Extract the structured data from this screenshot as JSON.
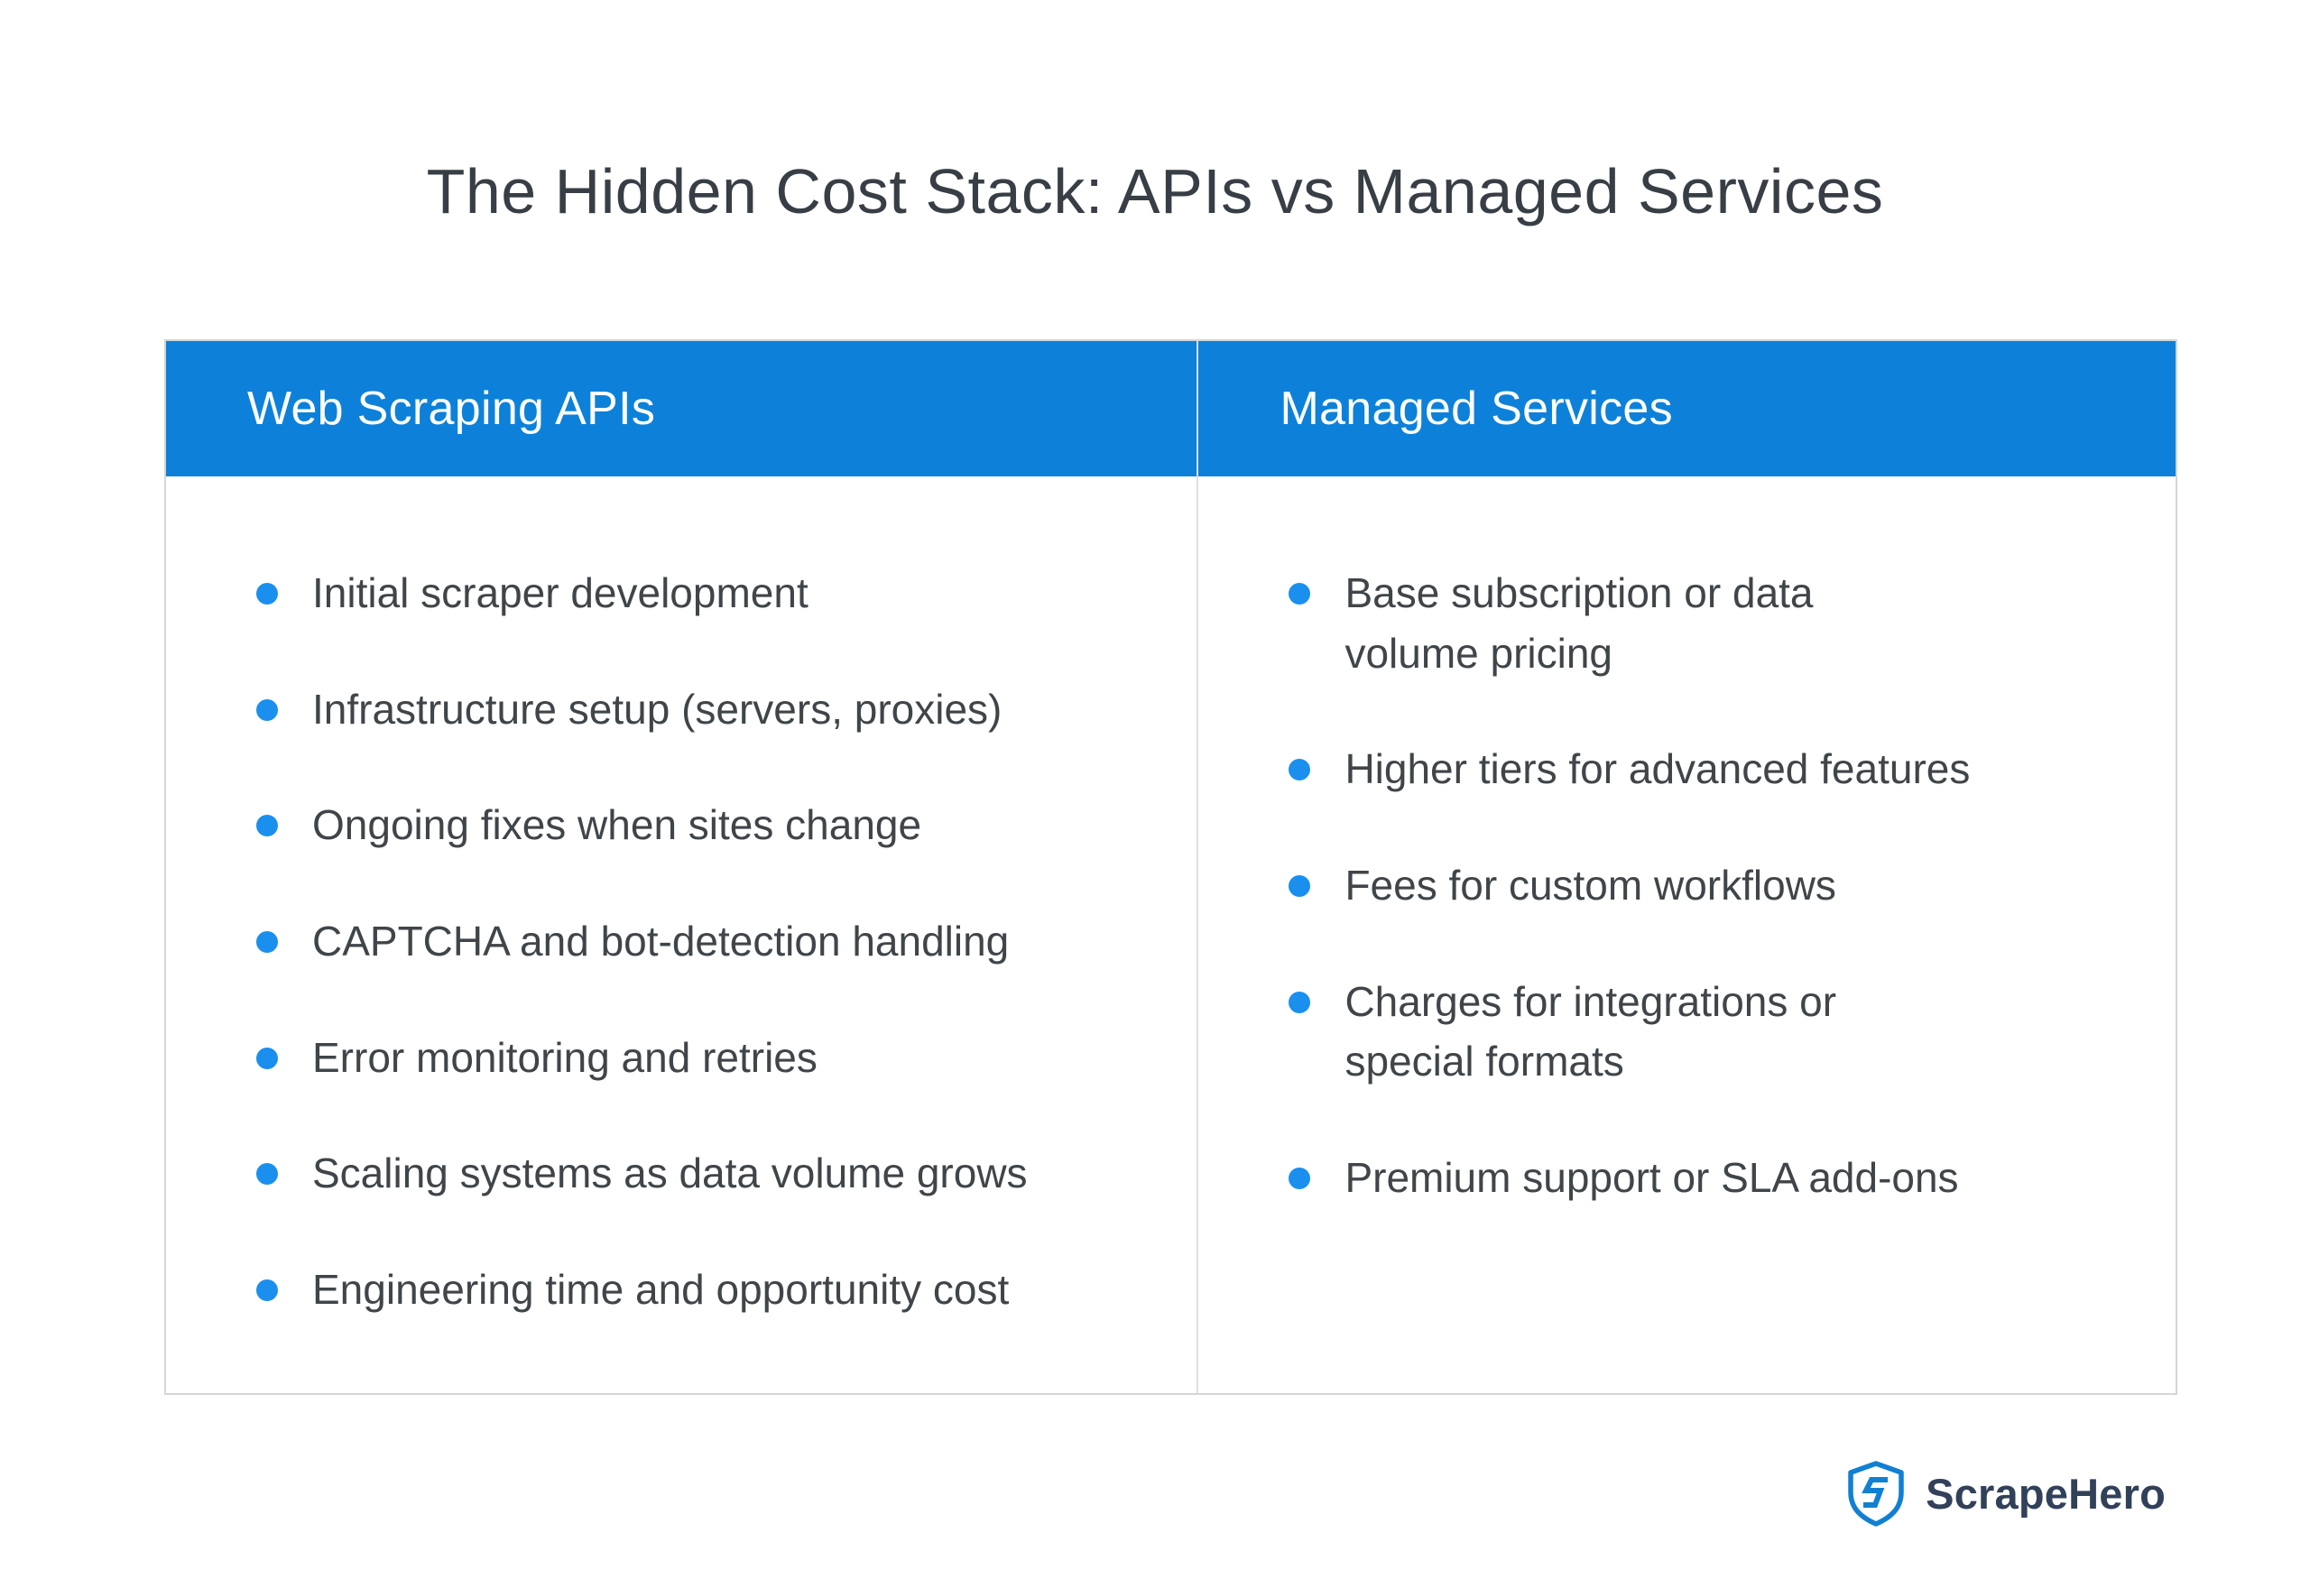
{
  "title": "The Hidden Cost Stack: APIs vs Managed Services",
  "table": {
    "columns": [
      {
        "header": "Web Scraping APIs",
        "items": [
          "Initial scraper development",
          "Infrastructure setup (servers, proxies)",
          "Ongoing fixes when sites change",
          "CAPTCHA and bot-detection handling",
          "Error monitoring and retries",
          "Scaling systems as data volume grows",
          "Engineering time and opportunity cost"
        ]
      },
      {
        "header": "Managed Services",
        "items": [
          "Base subscription or data\nvolume pricing",
          "Higher tiers for advanced features",
          "Fees for custom workflows",
          "Charges for integrations or\nspecial formats",
          "Premium support or SLA add-ons"
        ]
      }
    ]
  },
  "logo": {
    "brand": "ScrapeHero",
    "icon": "shield-s-icon"
  },
  "colors": {
    "header_bg": "#0d81d9",
    "bullet": "#1a8fee",
    "title_text": "#383e45",
    "body_text": "#3f4549",
    "border": "#d2d6da",
    "logo_text": "#32415a",
    "logo_icon": "#1180d2"
  }
}
